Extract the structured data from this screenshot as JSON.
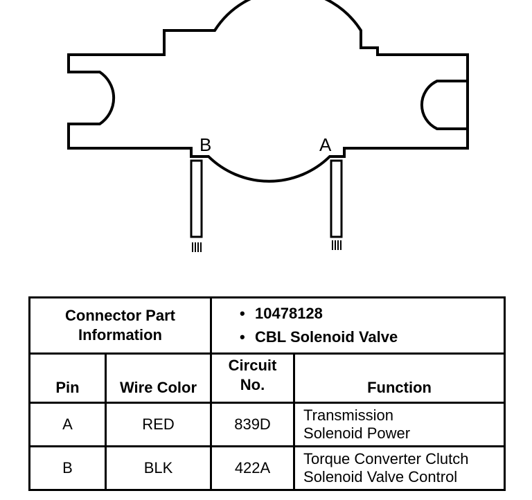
{
  "diagram": {
    "pin_labels": {
      "b": "B",
      "a": "A"
    }
  },
  "table": {
    "part_info_label": [
      "Connector Part",
      "Information"
    ],
    "part_info_items": [
      "10478128",
      "CBL Solenoid Valve"
    ],
    "headers": {
      "pin": "Pin",
      "wire_color": "Wire Color",
      "circuit": [
        "Circuit",
        "No."
      ],
      "function": "Function"
    },
    "rows": [
      {
        "pin": "A",
        "wire_color": "RED",
        "circuit": "839D",
        "function": [
          "Transmission",
          "Solenoid Power"
        ]
      },
      {
        "pin": "B",
        "wire_color": "BLK",
        "circuit": "422A",
        "function": [
          "Torque Converter Clutch",
          "Solenoid Valve Control"
        ]
      }
    ]
  }
}
